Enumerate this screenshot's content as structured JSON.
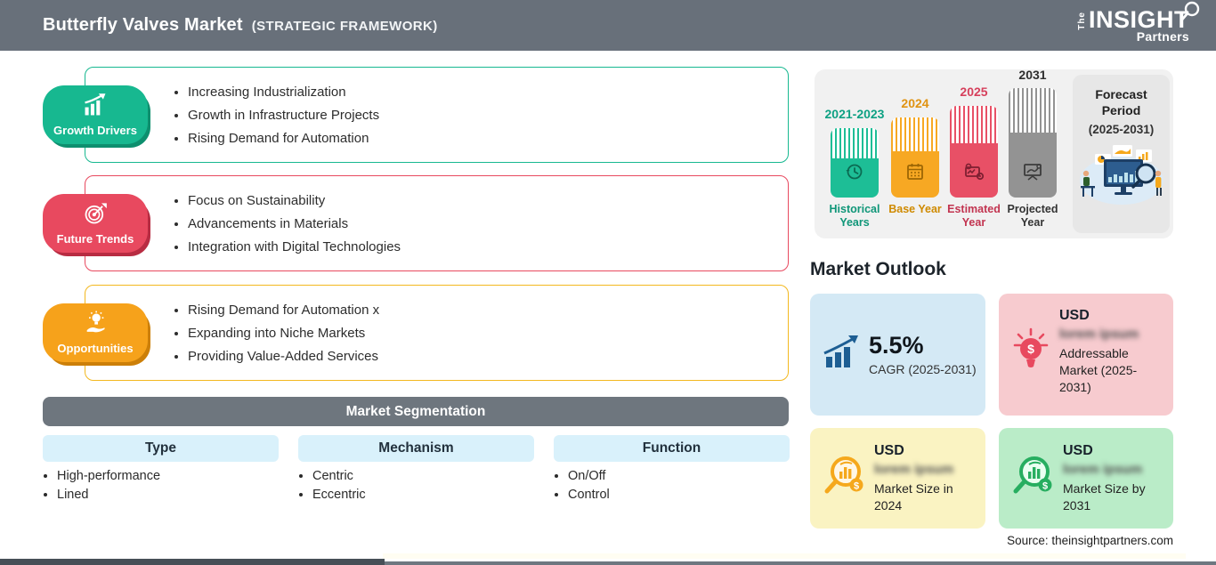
{
  "header": {
    "title": "Butterfly Valves Market",
    "subtitle": "(STRATEGIC FRAMEWORK)",
    "logo": {
      "the": "The",
      "insight": "INSIGHT",
      "partners": "Partners"
    }
  },
  "sections": [
    {
      "label": "Growth Drivers",
      "items": [
        "Increasing Industrialization",
        "Growth in Infrastructure Projects",
        "Rising Demand for Automation"
      ]
    },
    {
      "label": "Future Trends",
      "items": [
        "Focus on Sustainability",
        "Advancements in Materials",
        "Integration with Digital Technologies"
      ]
    },
    {
      "label": "Opportunities",
      "items": [
        "Rising Demand for Automation x",
        "Expanding into Niche Markets",
        "Providing Value-Added Services"
      ]
    }
  ],
  "segmentation": {
    "title": "Market Segmentation",
    "columns": [
      {
        "header": "Type",
        "items": [
          "High-performance",
          "Lined"
        ]
      },
      {
        "header": "Mechanism",
        "items": [
          "Centric",
          "Eccentric"
        ]
      },
      {
        "header": "Function",
        "items": [
          "On/Off",
          "Control"
        ]
      }
    ]
  },
  "timeline": {
    "bars": [
      {
        "year": "2021-2023",
        "label": "Historical Years",
        "color": "#1dbe96"
      },
      {
        "year": "2024",
        "label": "Base Year",
        "color": "#f7a823"
      },
      {
        "year": "2025",
        "label": "Estimated Year",
        "color": "#e85066"
      },
      {
        "year": "2031",
        "label": "Projected Year",
        "color": "#939393"
      }
    ],
    "forecast": {
      "title": "Forecast Period",
      "range": "(2025-2031)"
    }
  },
  "outlook": {
    "title": "Market Outlook",
    "cagr_card": {
      "value": "5.5%",
      "label": "CAGR (2025-2031)",
      "bg": "#d4e9f5"
    },
    "addressable_card": {
      "currency": "USD",
      "blurred": "lorem ipsum",
      "label": "Addressable Market (2025-2031)",
      "bg": "#f7cbcf"
    },
    "size2024_card": {
      "currency": "USD",
      "blurred": "lorem ipsum",
      "label": "Market Size in 2024",
      "bg": "#faf3c2"
    },
    "size2031_card": {
      "currency": "USD",
      "blurred": "lorem ipsum",
      "label": "Market Size by 2031",
      "bg": "#baecc8"
    }
  },
  "source": "Source: theinsightpartners.com"
}
